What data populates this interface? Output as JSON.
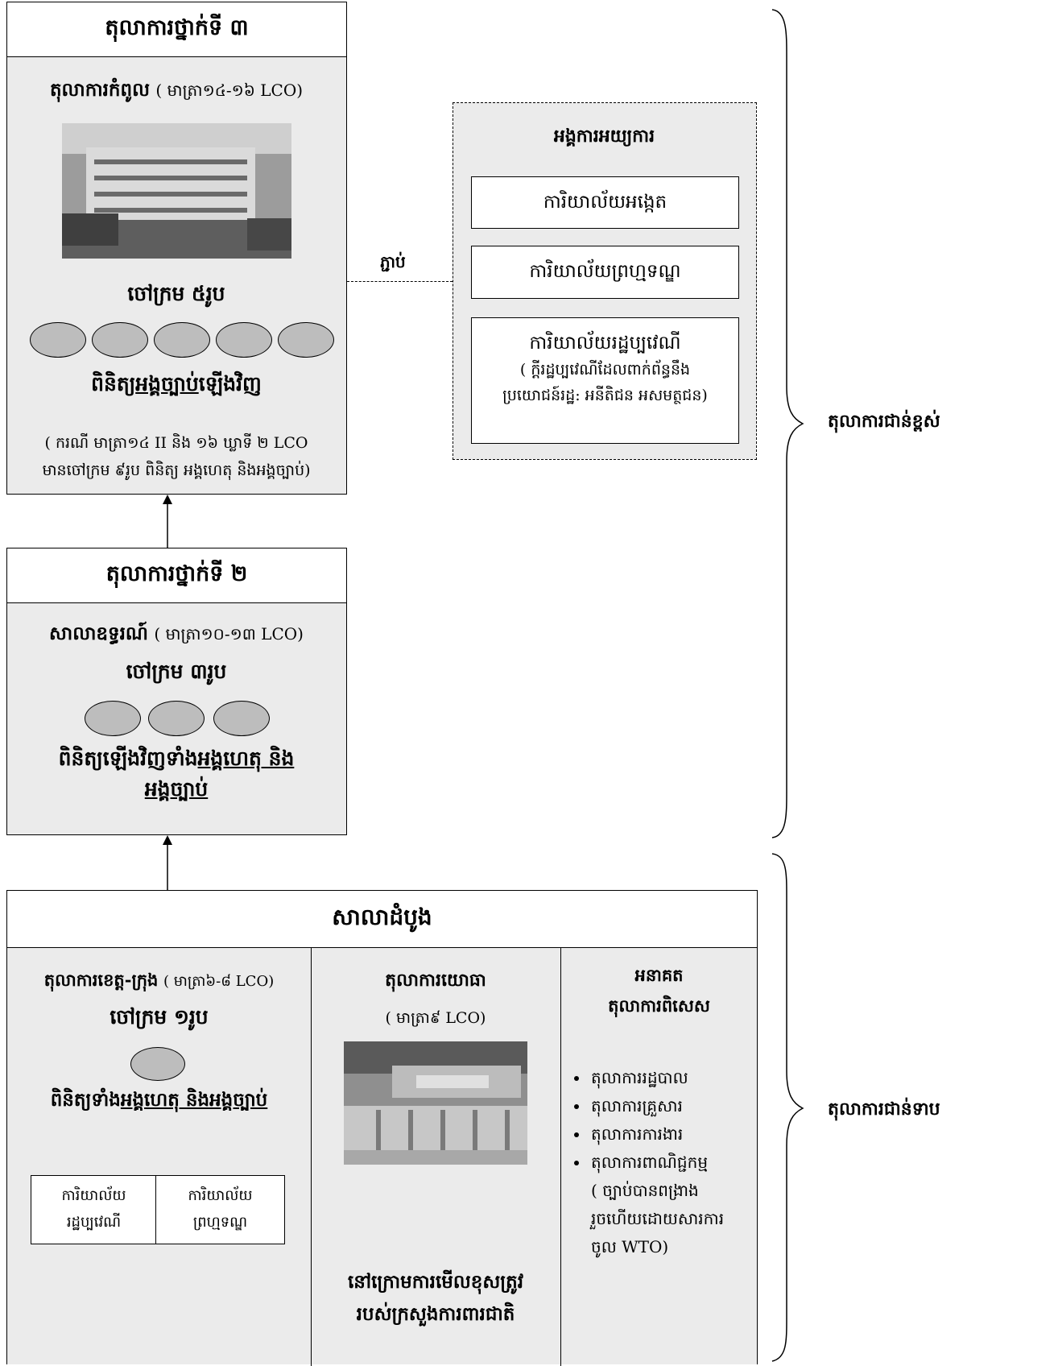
{
  "tier3": {
    "title": "តុលាការថ្នាក់ទី ៣",
    "court_name": "តុលាការកំពូល",
    "article": "( មាត្រា១៤-១៦ LCO)",
    "judges": "ចៅក្រម ៥រូប",
    "review_prefix": "ពិនិត្យ",
    "review_law": "អង្គច្បាប់",
    "review_suffix": "ឡើងវិញ",
    "note_line1": "( ករណី មាត្រា១៤ II និង ១៦ ឃ្លាទី ២ LCO",
    "note_line2": "មានចៅក្រម ៩រូប ពិនិត្យ អង្គហេតុ និងអង្គច្បាប់)"
  },
  "prosecution": {
    "title": "អង្គការអយ្យការ",
    "office1": "ការិយាល័យអង្កេត",
    "office2": "ការិយាល័យព្រហ្មទណ្ឌ",
    "office3": "ការិយាល័យរដ្ឋប្បវេណី",
    "office3_note1": "( ក្តីរដ្ឋប្បវេណីដែលពាក់ព័ន្ធនឹង",
    "office3_note2": "ប្រយោជន៍រដ្ឋ: អនីតិជន អសមត្ថជន)"
  },
  "connector_label": "ភ្ជាប់",
  "higher_courts_label": "តុលាការជាន់ខ្ពស់",
  "lower_courts_label": "តុលាការជាន់ទាប",
  "tier2": {
    "title": "តុលាការថ្នាក់ទី ២",
    "court_name": "សាលាឧទ្ធរណ៍",
    "article": "( មាត្រា១០-១៣ LCO)",
    "judges": "ចៅក្រម ៣រូប",
    "review_prefix": "ពិនិត្យឡើងវិញទាំង",
    "review_underlined": "អង្គហេតុ និង",
    "review_line2": "អង្គច្បាប់"
  },
  "tier1": {
    "title": "សាលាដំបូង",
    "provincial": {
      "court_name": "តុលាការខេត្ត-ក្រុង",
      "article": "( មាត្រា៦-៨ LCO)",
      "judges": "ចៅក្រម ១រូប",
      "review_prefix": "ពិនិត្យទាំង",
      "review_underlined": "អង្គហេតុ និងអង្គច្បាប់",
      "office_civil_1": "ការិយាល័យ",
      "office_civil_2": "រដ្ឋប្បវេណី",
      "office_criminal_1": "ការិយាល័យ",
      "office_criminal_2": "ព្រហ្មទណ្ឌ"
    },
    "military": {
      "court_name": "តុលាការយោធា",
      "article": "( មាត្រា៩ LCO)",
      "note_line1": "នៅក្រោមការមើលខុសត្រូវ",
      "note_line2": "របស់ក្រសួងការពារជាតិ"
    },
    "special": {
      "heading1": "អនាគត",
      "heading2": "តុលាការពិសេស",
      "items": [
        "តុលាការរដ្ឋបាល",
        "តុលាការគ្រួសារ",
        "តុលាការការងារ",
        "តុលាការពាណិជ្ជកម្ម"
      ],
      "commerce_note1": "( ច្បាប់បានពង្រាង",
      "commerce_note2": "រួចហើយដោយសារការ",
      "commerce_note3": "ចូល WTO)"
    }
  }
}
